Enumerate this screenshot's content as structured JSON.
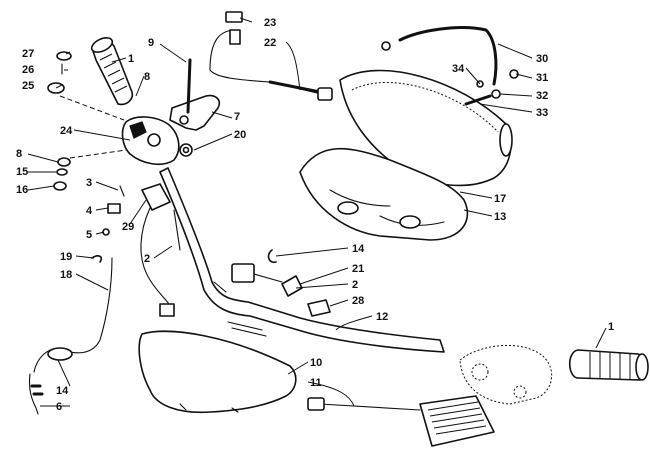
{
  "callouts": [
    {
      "id": "27",
      "label": "27"
    },
    {
      "id": "26",
      "label": "26"
    },
    {
      "id": "25",
      "label": "25"
    },
    {
      "id": "1a",
      "label": "1"
    },
    {
      "id": "8a",
      "label": "8"
    },
    {
      "id": "9",
      "label": "9"
    },
    {
      "id": "23",
      "label": "23"
    },
    {
      "id": "22",
      "label": "22"
    },
    {
      "id": "30",
      "label": "30"
    },
    {
      "id": "34",
      "label": "34"
    },
    {
      "id": "31",
      "label": "31"
    },
    {
      "id": "32",
      "label": "32"
    },
    {
      "id": "33",
      "label": "33"
    },
    {
      "id": "7",
      "label": "7"
    },
    {
      "id": "20",
      "label": "20"
    },
    {
      "id": "24",
      "label": "24"
    },
    {
      "id": "8b",
      "label": "8"
    },
    {
      "id": "15",
      "label": "15"
    },
    {
      "id": "16",
      "label": "16"
    },
    {
      "id": "3",
      "label": "3"
    },
    {
      "id": "4",
      "label": "4"
    },
    {
      "id": "5",
      "label": "5"
    },
    {
      "id": "29",
      "label": "29"
    },
    {
      "id": "2a",
      "label": "2"
    },
    {
      "id": "17",
      "label": "17"
    },
    {
      "id": "13",
      "label": "13"
    },
    {
      "id": "14a",
      "label": "14"
    },
    {
      "id": "21",
      "label": "21"
    },
    {
      "id": "2b",
      "label": "2"
    },
    {
      "id": "28",
      "label": "28"
    },
    {
      "id": "12",
      "label": "12"
    },
    {
      "id": "19",
      "label": "19"
    },
    {
      "id": "18",
      "label": "18"
    },
    {
      "id": "14b",
      "label": "14"
    },
    {
      "id": "6",
      "label": "6"
    },
    {
      "id": "10",
      "label": "10"
    },
    {
      "id": "11",
      "label": "11"
    },
    {
      "id": "1b",
      "label": "1"
    }
  ]
}
